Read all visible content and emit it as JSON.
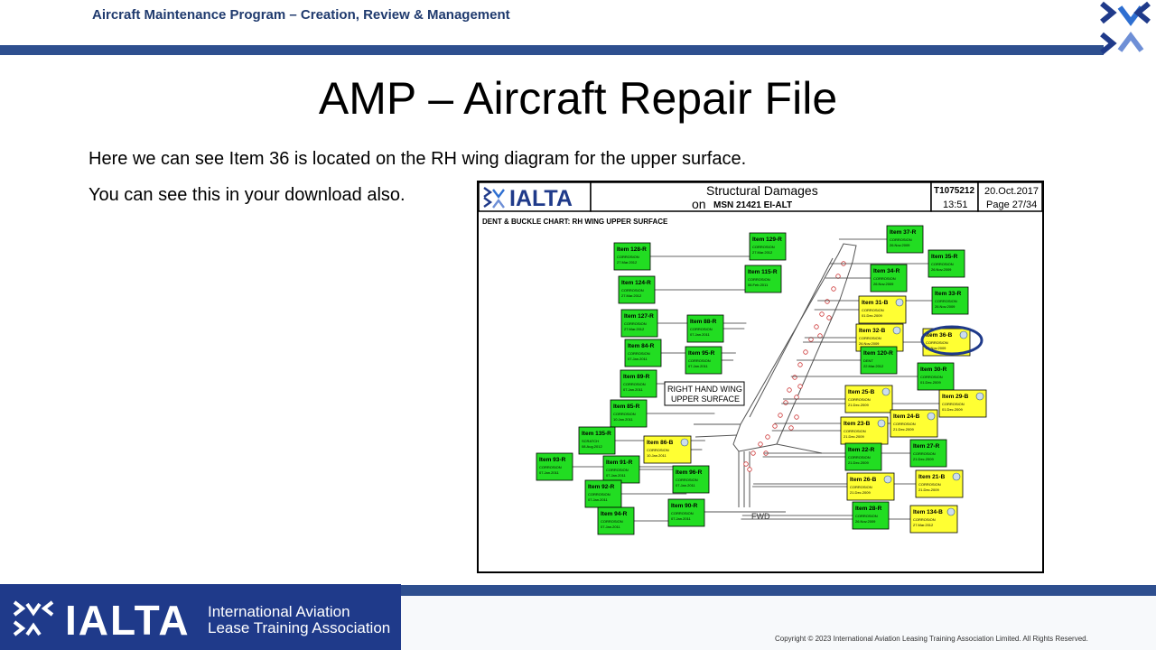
{
  "header": {
    "program_title": "Aircraft Maintenance Program – Creation, Review & Management"
  },
  "slide": {
    "title": "AMP – Aircraft Repair File",
    "para1": "Here we can see Item 36 is located on the RH wing diagram for the upper surface.",
    "para2": "You can see this in your download also."
  },
  "doc": {
    "logo": "IALTA",
    "heading1": "Structural Damages",
    "heading_on": "on",
    "heading_msn": "MSN 21421 EI-ALT",
    "ref": "T1075212",
    "time": "13:51",
    "date": "20.Oct.2017",
    "page": "Page 27/34",
    "chart_title": "DENT & BUCKLE CHART: RH WING UPPER SURFACE",
    "wing_label_1": "RIGHT HAND WING",
    "wing_label_2": "UPPER SURFACE",
    "fwd": "FWD",
    "items": [
      {
        "id": "Item 37-R",
        "type": "CORROSION",
        "date": "26.Nov.2009",
        "color": "green"
      },
      {
        "id": "Item 129-R",
        "type": "CORROSION",
        "date": "27.Mar.2012",
        "color": "green"
      },
      {
        "id": "Item 128-R",
        "type": "CORROSION",
        "date": "27.Mar.2012",
        "color": "green"
      },
      {
        "id": "Item 35-R",
        "type": "CORROSION",
        "date": "26.Nov.2009",
        "color": "green"
      },
      {
        "id": "Item 115-R",
        "type": "CORROSION",
        "date": "06.Feb.2011",
        "color": "green"
      },
      {
        "id": "Item 34-R",
        "type": "CORROSION",
        "date": "26.Nov.2009",
        "color": "green"
      },
      {
        "id": "Item 124-R",
        "type": "CORROSION",
        "date": "27.Mar.2012",
        "color": "green"
      },
      {
        "id": "Item 33-R",
        "type": "CORROSION",
        "date": "26.Nov.2009",
        "color": "green"
      },
      {
        "id": "Item 31-B",
        "type": "CORROSION",
        "date": "01.Dec.2009",
        "color": "yellow"
      },
      {
        "id": "Item 127-R",
        "type": "CORROSION",
        "date": "27.Mar.2012",
        "color": "green"
      },
      {
        "id": "Item 88-R",
        "type": "CORROSION",
        "date": "07.Jan.2011",
        "color": "green"
      },
      {
        "id": "Item 32-B",
        "type": "CORROSION",
        "date": "26.Nov.2009",
        "color": "yellow"
      },
      {
        "id": "Item 36-B",
        "type": "CORROSION",
        "date": "26.Nov.2009",
        "color": "yellow"
      },
      {
        "id": "Item 84-R",
        "type": "CORROSION",
        "date": "07.Jan.2011",
        "color": "green"
      },
      {
        "id": "Item 95-R",
        "type": "CORROSION",
        "date": "07.Jan.2011",
        "color": "green"
      },
      {
        "id": "Item 120-R",
        "type": "DENT",
        "date": "22.Mar.2012",
        "color": "green"
      },
      {
        "id": "Item 30-R",
        "type": "CORROSION",
        "date": "01.Dec.2009",
        "color": "green"
      },
      {
        "id": "Item 89-R",
        "type": "CORROSION",
        "date": "07.Jan.2011",
        "color": "green"
      },
      {
        "id": "Item 25-B",
        "type": "CORROSION",
        "date": "21.Dec.2009",
        "color": "yellow"
      },
      {
        "id": "Item 29-B",
        "type": "CORROSION",
        "date": "01.Dec.2009",
        "color": "yellow"
      },
      {
        "id": "Item 85-R",
        "type": "CORROSION",
        "date": "10.Jan.2011",
        "color": "green"
      },
      {
        "id": "Item 24-B",
        "type": "CORROSION",
        "date": "21.Dec.2009",
        "color": "yellow"
      },
      {
        "id": "Item 23-B",
        "type": "CORROSION",
        "date": "21.Dec.2009",
        "color": "yellow"
      },
      {
        "id": "Item 135-R",
        "type": "SCRATCH",
        "date": "08.Aug.2012",
        "color": "green"
      },
      {
        "id": "Item 86-B",
        "type": "CORROSION",
        "date": "10.Jan.2011",
        "color": "yellow"
      },
      {
        "id": "Item 27-R",
        "type": "CORROSION",
        "date": "21.Dec.2009",
        "color": "green"
      },
      {
        "id": "Item 22-R",
        "type": "CORROSION",
        "date": "21.Dec.2009",
        "color": "green"
      },
      {
        "id": "Item 93-R",
        "type": "CORROSION",
        "date": "07.Jan.2011",
        "color": "green"
      },
      {
        "id": "Item 91-R",
        "type": "CORROSION",
        "date": "07.Jan.2011",
        "color": "green"
      },
      {
        "id": "Item 96-R",
        "type": "CORROSION",
        "date": "07.Jan.2011",
        "color": "green"
      },
      {
        "id": "Item 26-B",
        "type": "CORROSION",
        "date": "21.Dec.2009",
        "color": "yellow"
      },
      {
        "id": "Item 21-B",
        "type": "CORROSION",
        "date": "21.Dec.2009",
        "color": "yellow"
      },
      {
        "id": "Item 92-R",
        "type": "CORROSION",
        "date": "07.Jan.2011",
        "color": "green"
      },
      {
        "id": "Item 90-R",
        "type": "CORROSION",
        "date": "07.Jan.2011",
        "color": "green"
      },
      {
        "id": "Item 28-R",
        "type": "CORROSION",
        "date": "26.Nov.2009",
        "color": "green"
      },
      {
        "id": "Item 134-B",
        "type": "CORROSION",
        "date": "27.Mar.2012",
        "color": "yellow"
      },
      {
        "id": "Item 94-R",
        "type": "CORROSION",
        "date": "07.Jan.2011",
        "color": "green"
      }
    ],
    "highlighted_item": "Item 36-B"
  },
  "footer": {
    "brand": "IALTA",
    "org_line1": "International Aviation",
    "org_line2": "Lease Training Association",
    "copyright": "Copyright © 2023 International Aviation Leasing Training Association Limited. All Rights Reserved."
  },
  "colors": {
    "navy": "#2e4f8f",
    "green": "#22dd22",
    "yellow": "#ffff33",
    "highlight": "#1f3a8a"
  }
}
